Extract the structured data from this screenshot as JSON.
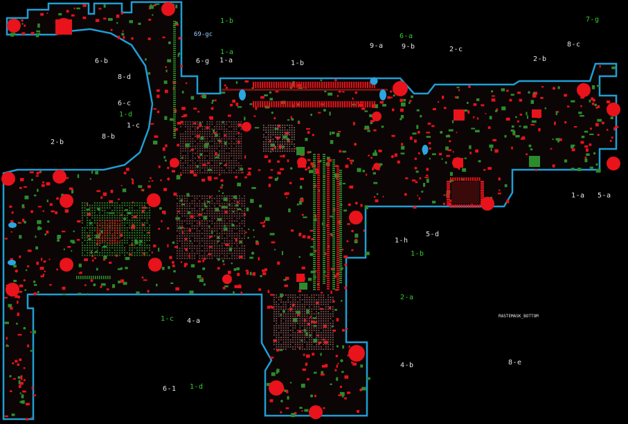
{
  "colors": {
    "outline": "#1e9fd6",
    "copper_red": "#e8131b",
    "copper_green": "#2c8c2c",
    "silk_white": "#e8e8e8",
    "silk_green": "#2fd12f",
    "blue_pad": "#2aa6e0",
    "background": "#000000"
  },
  "board_labels": [
    {
      "text": "1-b",
      "color": "green"
    },
    {
      "text": "69-gc",
      "color": "white"
    },
    {
      "text": "7-g",
      "color": "green"
    },
    {
      "text": "6-a",
      "color": "green"
    },
    {
      "text": "9-a",
      "color": "white"
    },
    {
      "text": "9-b",
      "color": "white"
    },
    {
      "text": "2-c",
      "color": "white"
    },
    {
      "text": "8-c",
      "color": "white"
    },
    {
      "text": "1-a",
      "color": "green"
    },
    {
      "text": "1-a",
      "color": "white"
    },
    {
      "text": "6-g",
      "color": "white"
    },
    {
      "text": "1-b",
      "color": "white"
    },
    {
      "text": "2-b",
      "color": "white"
    },
    {
      "text": "6-b",
      "color": "white"
    },
    {
      "text": "8-d",
      "color": "white"
    },
    {
      "text": "6-c",
      "color": "white"
    },
    {
      "text": "1-d",
      "color": "green"
    },
    {
      "text": "1-c",
      "color": "white"
    },
    {
      "text": "8-b",
      "color": "white"
    },
    {
      "text": "2-b",
      "color": "white"
    },
    {
      "text": "1-a",
      "color": "white"
    },
    {
      "text": "5-a",
      "color": "white"
    },
    {
      "text": "5-d",
      "color": "white"
    },
    {
      "text": "1-h",
      "color": "white"
    },
    {
      "text": "1-b",
      "color": "green"
    },
    {
      "text": "2-a",
      "color": "green"
    },
    {
      "text": "RASTEMASK_BOTTOM",
      "color": "white"
    },
    {
      "text": "1-c",
      "color": "green"
    },
    {
      "text": "4-a",
      "color": "white"
    },
    {
      "text": "4-b",
      "color": "white"
    },
    {
      "text": "8-e",
      "color": "white"
    },
    {
      "text": "6-1",
      "color": "white"
    },
    {
      "text": "1-d",
      "color": "green"
    }
  ]
}
